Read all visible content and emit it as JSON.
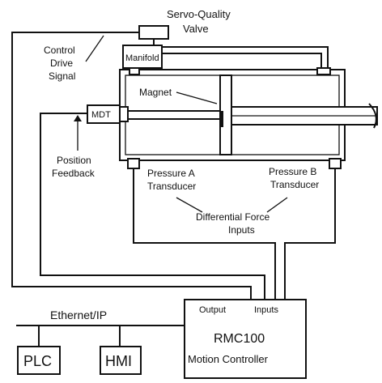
{
  "labels": {
    "valve_line1": "Servo-Quality",
    "valve_line2": "Valve",
    "control_line1": "Control",
    "control_line2": "Drive",
    "control_line3": "Signal",
    "manifold": "Manifold",
    "magnet": "Magnet",
    "mdt": "MDT",
    "position_line1": "Position",
    "position_line2": "Feedback",
    "pressure_a_line1": "Pressure A",
    "pressure_a_line2": "Transducer",
    "pressure_b_line1": "Pressure B",
    "pressure_b_line2": "Transducer",
    "diff_line1": "Differential Force",
    "diff_line2": "Inputs",
    "output": "Output",
    "inputs": "Inputs",
    "ethernet": "Ethernet/IP",
    "rmc_line1": "RMC100",
    "rmc_line2": "Motion Controller",
    "plc": "PLC",
    "hmi": "HMI"
  },
  "colors": {
    "line": "#111111",
    "background": "#ffffff"
  }
}
